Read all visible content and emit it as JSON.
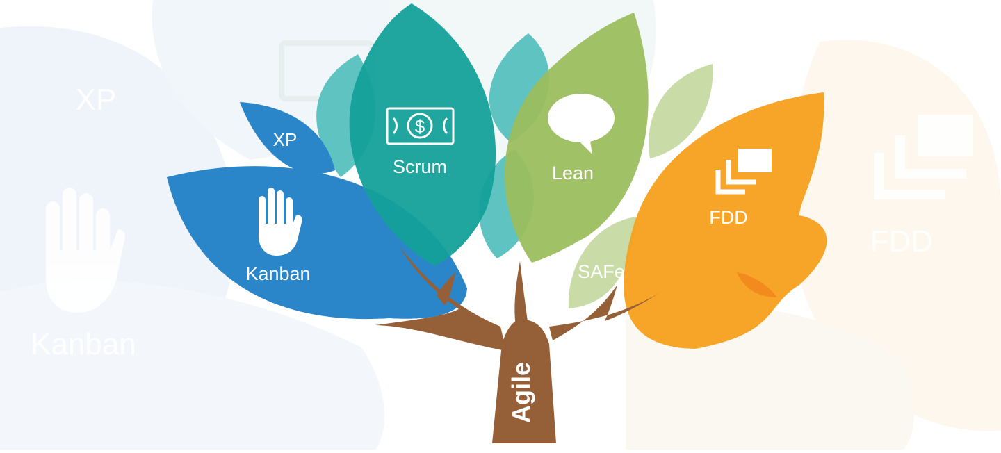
{
  "diagram": {
    "root": "Agile",
    "leaves": [
      {
        "label": "XP",
        "color": "#2A86C9",
        "icon": null
      },
      {
        "label": "Kanban",
        "color": "#2A86C9",
        "icon": "hand-icon"
      },
      {
        "label": "Scrum",
        "color": "#14A09A",
        "icon": "money-icon"
      },
      {
        "label": "Lean",
        "color": "#9BBE5E",
        "icon": "speech-bubble-icon"
      },
      {
        "label": "SAFe",
        "color": "#C9DCA8",
        "icon": null
      },
      {
        "label": "FDD",
        "color": "#F7A01C",
        "icon": "stacked-pages-icon"
      }
    ],
    "background_ghost_labels": [
      "XP",
      "Kanban",
      "FDD"
    ],
    "colors": {
      "trunk": "#955F37",
      "teal_light": "#5EC3C1",
      "background": "#ffffff"
    }
  }
}
